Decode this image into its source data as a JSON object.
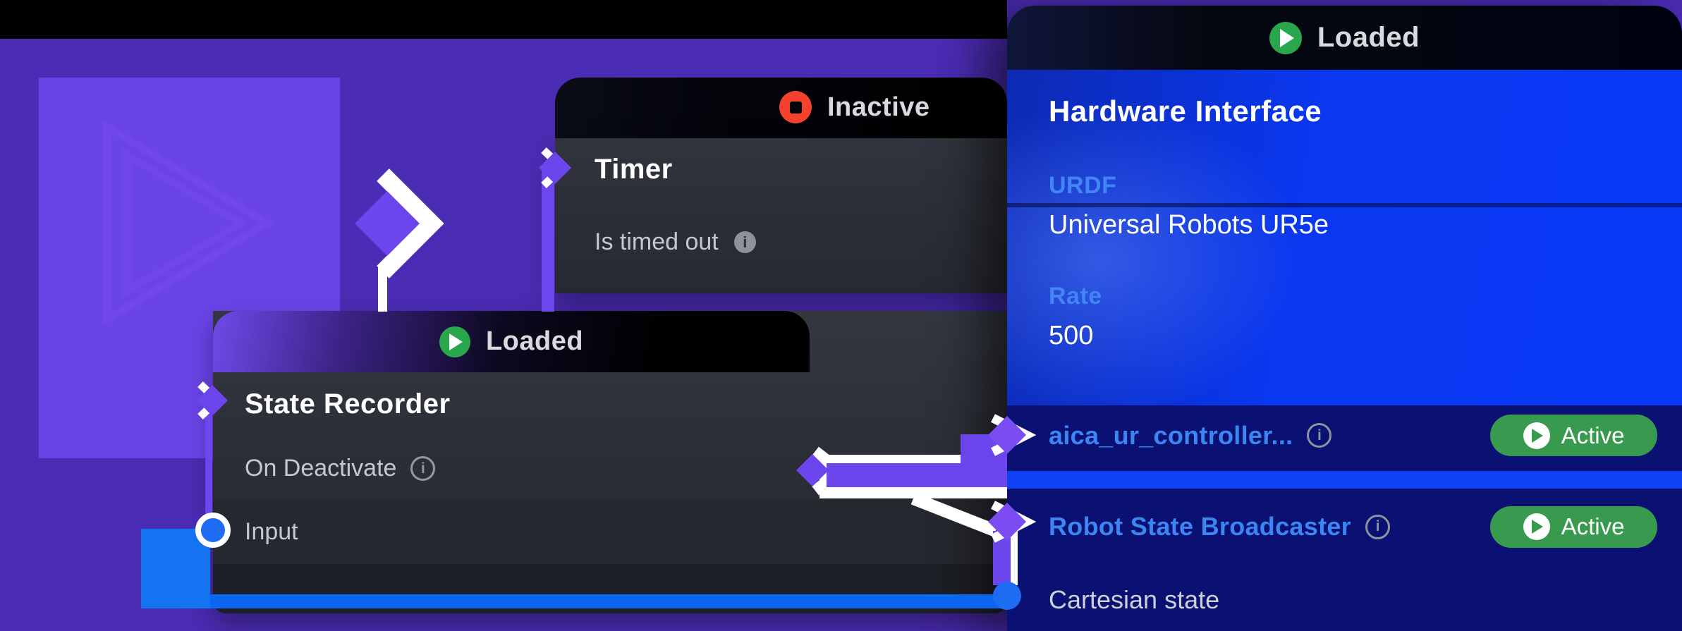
{
  "nodes": {
    "timer": {
      "status": "Inactive",
      "title": "Timer",
      "predicate": "Is timed out"
    },
    "state_recorder": {
      "status": "Loaded",
      "title": "State Recorder",
      "event": "On Deactivate",
      "input": "Input"
    },
    "hardware_interface": {
      "status": "Loaded",
      "title": "Hardware Interface",
      "params": [
        {
          "label": "URDF",
          "value": "Universal Robots UR5e"
        },
        {
          "label": "Rate",
          "value": "500"
        }
      ],
      "controllers": [
        {
          "name": "aica_ur_controller...",
          "status": "Active"
        },
        {
          "name": "Robot State Broadcaster",
          "status": "Active"
        }
      ],
      "signal": "Cartesian state"
    }
  },
  "icons": {
    "info": "i",
    "play": "play-icon",
    "stop": "stop-icon"
  },
  "colors": {
    "background_purple": "#4b2cb4",
    "deco_square_purple": "#6a44e8",
    "connector_purple": "#6d45ec",
    "connector_blue": "#0b67ef",
    "panel_blue": "#0a38f2",
    "panel_navy": "#0a1173",
    "divider_blue": "#1141f5",
    "status_green": "#2aa64c",
    "pill_green": "#389a4e",
    "status_red": "#f5422e",
    "label_blue": "#3c86f3"
  }
}
